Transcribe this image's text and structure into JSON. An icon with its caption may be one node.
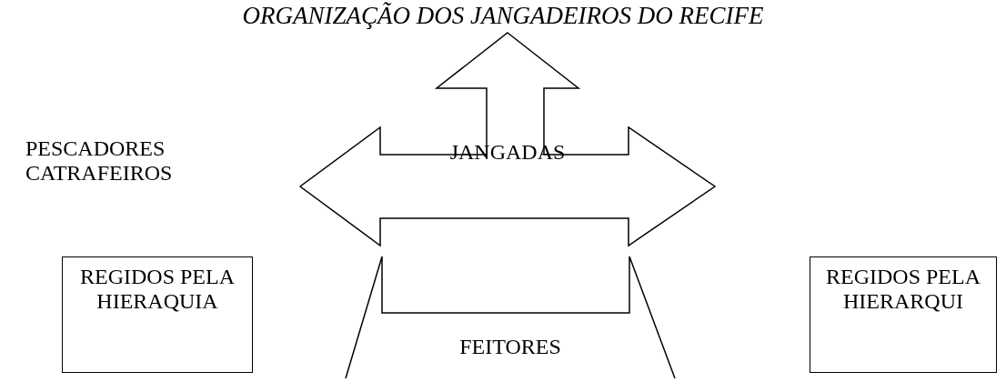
{
  "diagram": {
    "title": "ORGANIZAÇÃO DOS JANGADEIROS DO RECIFE",
    "nodes": [
      {
        "text": [
          "JANGADAS"
        ]
      },
      {
        "text": [
          "PESCADORES CATRAFEIROS"
        ]
      },
      {
        "text": [
          "REGIDOS PELA HIERAQUIA"
        ]
      },
      {
        "text": [
          "FEITORES"
        ]
      },
      {
        "text": [
          "REGIDOS PELA HIERARQUI"
        ]
      }
    ]
  }
}
